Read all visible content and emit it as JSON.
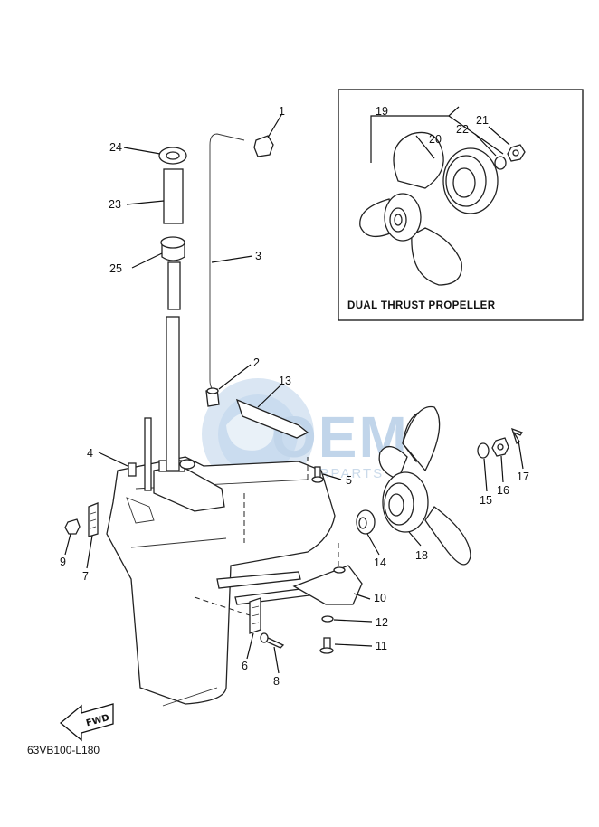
{
  "part_code": "63VB100-L180",
  "inset": {
    "caption": "DUAL THRUST PROPELLER"
  },
  "fwd_label": "FWD",
  "watermark": {
    "logo_text": "OEM",
    "sub_text": "MOTORPARTS"
  },
  "callouts": [
    "1",
    "2",
    "3",
    "4",
    "5",
    "6",
    "7",
    "8",
    "9",
    "10",
    "11",
    "12",
    "13",
    "14",
    "15",
    "16",
    "17",
    "18",
    "19",
    "20",
    "21",
    "22",
    "23",
    "24",
    "25"
  ],
  "icons": {
    "fwd": "fwd-arrow-icon"
  }
}
